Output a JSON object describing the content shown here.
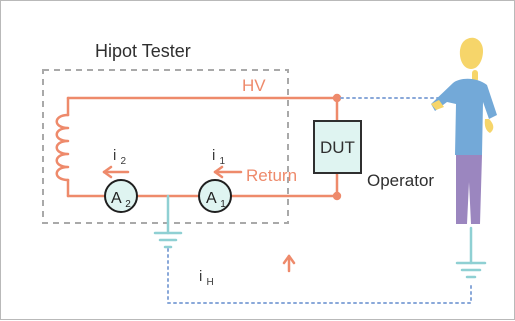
{
  "labels": {
    "title": "Hipot Tester",
    "hv": "HV",
    "return": "Return",
    "dut": "DUT",
    "operator": "Operator",
    "i1_base": "i",
    "i1_sub": "1",
    "i2_base": "i",
    "i2_sub": "2",
    "ih_base": "i",
    "ih_sub": "H",
    "a1_base": "A",
    "a1_sub": "1",
    "a2_base": "A",
    "a2_sub": "2"
  },
  "colors": {
    "circuit": "#ee8a6b",
    "ground": "#8fd0d3",
    "dashed_border": "#a9a9a9",
    "dotted_path": "#89a8d9",
    "dut_fill": "#dff4f1",
    "meter_fill": "#dff4f1",
    "operator_skin": "#f6d56a",
    "operator_shirt": "#73a9d8",
    "operator_pants": "#9b86bf"
  },
  "icons": {
    "operator": "person-figure-icon",
    "ground": "ground-symbol-icon",
    "coil": "coil-icon"
  }
}
